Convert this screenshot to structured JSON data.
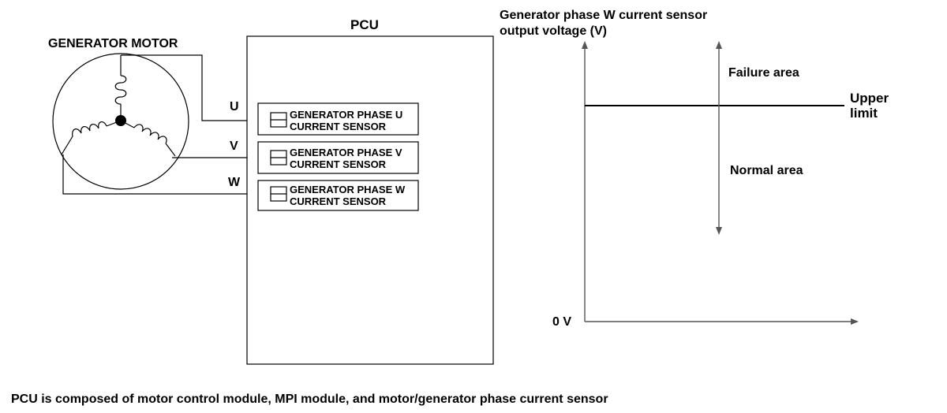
{
  "motor": {
    "title": "GENERATOR MOTOR"
  },
  "pcu": {
    "title": "PCU"
  },
  "phases": {
    "u": "U",
    "v": "V",
    "w": "W"
  },
  "sensors": [
    {
      "line1": "GENERATOR PHASE U",
      "line2": "CURRENT SENSOR"
    },
    {
      "line1": "GENERATOR PHASE V",
      "line2": "CURRENT SENSOR"
    },
    {
      "line1": "GENERATOR PHASE W",
      "line2": "CURRENT SENSOR"
    }
  ],
  "graph": {
    "ylabel_line1": "Generator phase W current sensor",
    "ylabel_line2": "output voltage (V)",
    "failure_area": "Failure area",
    "normal_area": "Normal area",
    "upper_limit_line1": "Upper",
    "upper_limit_line2": "limit",
    "zero_label": "0 V"
  },
  "footer": {
    "caption": "PCU is composed of motor control module, MPI module, and motor/generator phase current sensor"
  }
}
